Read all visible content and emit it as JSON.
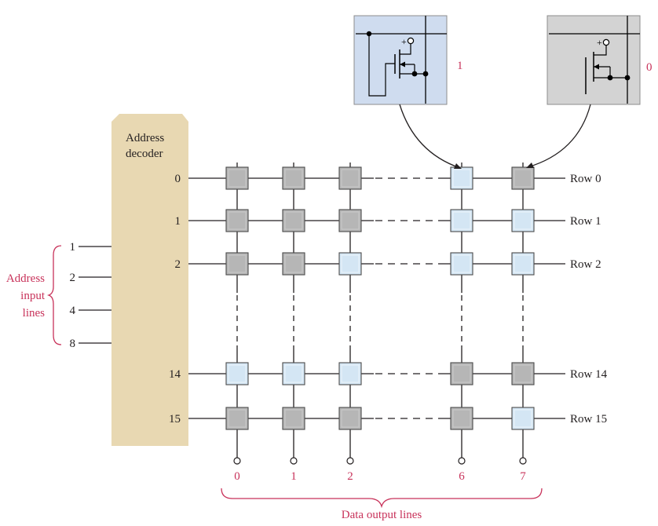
{
  "decoder": {
    "label_line1": "Address",
    "label_line2": "decoder"
  },
  "address_lines": {
    "label_line1": "Address",
    "label_line2": "input",
    "label_line3": "lines",
    "values": [
      "1",
      "2",
      "4",
      "8"
    ]
  },
  "row_numbers": [
    "0",
    "1",
    "2",
    "14",
    "15"
  ],
  "row_labels": [
    "Row 0",
    "Row 1",
    "Row 2",
    "Row 14",
    "Row 15"
  ],
  "column_numbers": [
    "0",
    "1",
    "2",
    "6",
    "7"
  ],
  "data_output_label": "Data output lines",
  "inset_one_value": "1",
  "inset_zero_value": "0",
  "cell_states": [
    [
      "0",
      "0",
      "0",
      "1",
      "0"
    ],
    [
      "0",
      "0",
      "0",
      "1",
      "1"
    ],
    [
      "0",
      "0",
      "1",
      "1",
      "1"
    ],
    [
      "1",
      "1",
      "1",
      "0",
      "0"
    ],
    [
      "0",
      "0",
      "0",
      "0",
      "1"
    ]
  ],
  "colors": {
    "decoder_fill": "#e8d8b2",
    "cell_one": "#d4e6f4",
    "cell_zero": "#b6b6b6",
    "inset_one_bg": "#cfdcef",
    "inset_zero_bg": "#d3d3d3",
    "accent": "#c8325a",
    "ink": "#231f20"
  }
}
